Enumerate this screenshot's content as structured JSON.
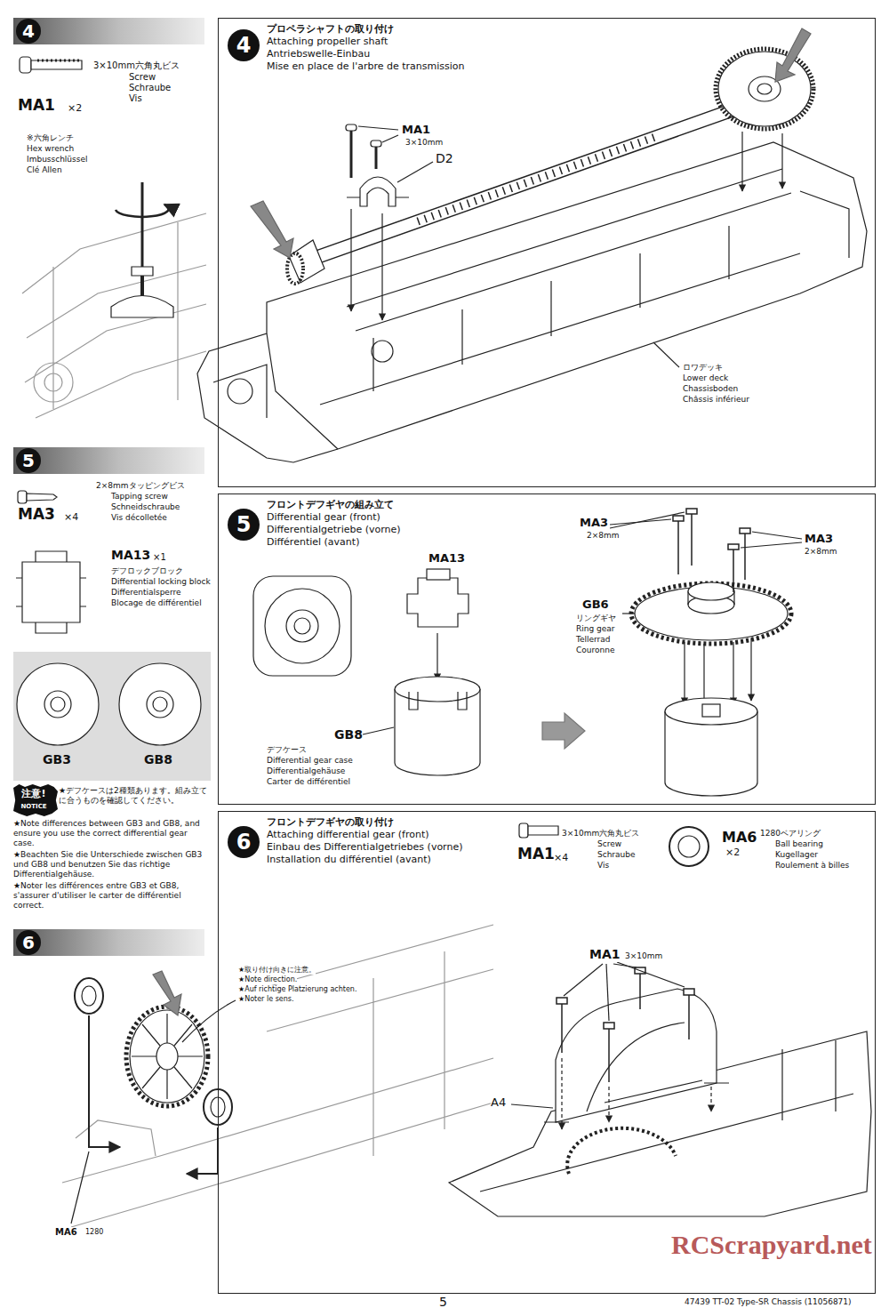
{
  "diagram": {
    "nodes": [
      {
        "text": [
          "4"
        ]
      },
      {
        "text": [
          "プロペラシャフトの取り付け",
          "Attaching propeller shaft",
          "Antriebswelle-Einbau",
          "Mise en place de l'arbre de transmission"
        ]
      },
      {
        "text": [
          "4"
        ],
        "in": 1
      },
      {
        "text": [
          "5"
        ]
      },
      {
        "text": [
          "フロントデフギヤの組み立て",
          "Differential gear (front)",
          "Differentialgetriebe (vorne)",
          "Différentiel (avant)"
        ]
      },
      {
        "text": [
          "5"
        ],
        "in": 4
      },
      {
        "text": [
          "注意!",
          "NOTICE"
        ]
      },
      {
        "text": [
          "6"
        ]
      },
      {
        "text": [
          "フロントデフギヤの取り付け",
          "Attaching differential gear (front)",
          "Einbau des Differentialgetriebes (vorne)",
          "Installation du différentiel (avant)"
        ]
      },
      {
        "text": [
          "6"
        ],
        "in": 8
      }
    ],
    "labels": [
      "3×10mm六角丸ビス",
      "Screw",
      "Schraube",
      "Vis",
      "MA1",
      "×2",
      "※六角レンチ",
      "Hex wrench",
      "Imbusschlüssel",
      "Clé Allen",
      "MA1",
      "3×10mm",
      "D2",
      "ロワデッキ",
      "Lower deck",
      "Chassisboden",
      "Châssis inférieur",
      "2×8mmタッピングビス",
      "Tapping screw",
      "Schneidschraube",
      "Vis décolletée",
      "MA3",
      "×4",
      "MA13",
      "×1",
      "デフロックブロック",
      "Differential locking block",
      "Differentialsperre",
      "Blocage de différentiel",
      "GB3",
      "GB8",
      "★デフケースは2種類あります。組み立てに合うものを確認してください。",
      "★Note differences between GB3 and GB8, and ensure you use the correct differential gear case.",
      "★Beachten Sie die Unterschiede zwischen GB3 und GB8 und benutzen Sie das richtige Differentialgehäuse.",
      "★Noter les différences entre GB3 et GB8, s'assurer d'utiliser le carter de différentiel correct.",
      "MA13",
      "GB8",
      "デフケース",
      "Differential gear case",
      "Differentialgehäuse",
      "Carter de différentiel",
      "MA3",
      "2×8mm",
      "MA3",
      "2×8mm",
      "GB6",
      "リングギヤ",
      "Ring gear",
      "Tellerrad",
      "Couronne",
      "★取り付け向きに注意。",
      "★Note direction.",
      "★Auf richtige Platzierung achten.",
      "★Noter le sens.",
      "MA6",
      "1280",
      "3×10mm六角丸ビス",
      "Screw",
      "Schraube",
      "Vis",
      "MA1",
      "×4",
      "1280ベアリング",
      "Ball bearing",
      "Kugellager",
      "Roulement à billes",
      "MA6",
      "×2",
      "MA1",
      "3×10mm",
      "A4",
      "5",
      "47439 TT-02 Type-SR Chassis (11056871)",
      "RCScrapyard.net"
    ]
  }
}
